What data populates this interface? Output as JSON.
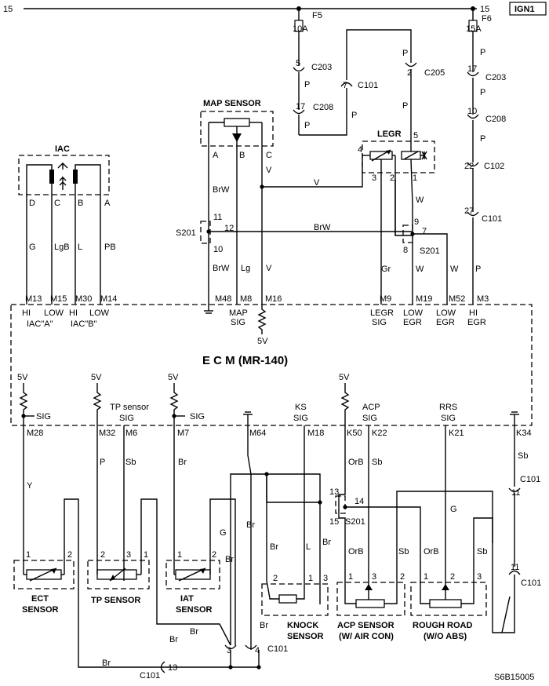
{
  "rail": {
    "left_num": "15",
    "right_num": "15",
    "ign_label": "IGN1"
  },
  "fuses": {
    "f5": {
      "name": "F5",
      "rating": "10A"
    },
    "f6": {
      "name": "F6",
      "rating": "15A"
    }
  },
  "connectors": {
    "c203_a": "C203",
    "c101_a": "C101",
    "c205": "C205",
    "c208_a": "C208",
    "c203_b": "C203",
    "c208_b": "C208",
    "c102": "C102",
    "c101_b": "C101",
    "s201_a": "S201",
    "s201_b": "S201",
    "s201_c": "S201",
    "c101_c": "C101",
    "c101_d": "C101",
    "c101_e": "C101",
    "c101_f": "C101"
  },
  "pins": {
    "p5": "5",
    "p7": "7",
    "p2": "2",
    "p17a": "17",
    "p17b": "17",
    "p10": "10",
    "p22": "22",
    "p27": "27",
    "s11": "11",
    "s12": "12",
    "s10": "10",
    "s9": "9",
    "s7r": "7",
    "s8": "8",
    "legr4": "4",
    "legr5": "5",
    "legr3": "3",
    "legr2": "2",
    "legr1": "1",
    "map_a": "A",
    "map_b": "B",
    "map_c": "C",
    "iac_d": "D",
    "iac_c": "C",
    "iac_b": "B",
    "iac_a": "A",
    "ect1": "1",
    "ect2": "2",
    "tp2": "2",
    "tp3": "3",
    "tp1": "1",
    "iat1": "1",
    "iat2": "2",
    "ks2": "2",
    "ks1": "1",
    "ks3": "3",
    "acp1": "1",
    "acp3": "3",
    "acp2": "2",
    "rr1": "1",
    "rr2": "2",
    "rr3": "3",
    "s13": "13",
    "s14": "14",
    "s15": "15",
    "c11": "11",
    "c3": "3",
    "c4": "4",
    "c13": "13"
  },
  "wire_colors": {
    "p1": "P",
    "p2": "P",
    "p3": "P",
    "p4": "P",
    "p5": "P",
    "p6": "P",
    "p7": "P",
    "p8": "P",
    "brw1": "BrW",
    "brw2": "BrW",
    "brw3": "BrW",
    "v1": "V",
    "v2": "V",
    "v3": "V",
    "lg": "Lg",
    "g_iac": "G",
    "lgb": "LgB",
    "l_iac": "L",
    "pb": "PB",
    "gr": "Gr",
    "w1": "W",
    "w2": "W",
    "w3": "W",
    "y": "Y",
    "p_tp": "P",
    "sb_tp": "Sb",
    "br_iat": "Br",
    "g_iat": "G",
    "br1": "Br",
    "br2": "Br",
    "br3": "Br",
    "br4": "Br",
    "br5": "Br",
    "br6": "Br",
    "br7": "Br",
    "br8": "Br",
    "l_ks": "L",
    "orb1": "OrB",
    "sb1": "Sb",
    "orb2": "OrB",
    "sb2": "Sb",
    "orb3": "OrB",
    "sb3": "Sb",
    "g_rr": "G",
    "sb_k34": "Sb"
  },
  "components": {
    "map_sensor": "MAP SENSOR",
    "iac": "IAC",
    "legr": "LEGR",
    "ecm": "E    C    M (MR-140)",
    "ect_1": "ECT",
    "ect_2": "SENSOR",
    "tp_sensor": "TP SENSOR",
    "iat_1": "IAT",
    "iat_2": "SENSOR",
    "knock_1": "KNOCK",
    "knock_2": "SENSOR",
    "acp_1": "ACP SENSOR",
    "acp_2": "(W/ AIR CON)",
    "rr_1": "ROUGH ROAD",
    "rr_2": "(W/O ABS)"
  },
  "ecm_pins_top": {
    "m13": "M13",
    "m15": "M15",
    "m30": "M30",
    "m14": "M14",
    "m48": "M48",
    "m8": "M8",
    "m16": "M16",
    "m9": "M9",
    "m19": "M19",
    "m52": "M52",
    "m3": "M3"
  },
  "ecm_labels_top": {
    "hi1": "HI",
    "low1": "LOW",
    "hi2": "HI",
    "low2": "LOW",
    "iac_a": "IAC\"A\"",
    "iac_b": "IAC\"B\"",
    "map": "MAP",
    "sig1": "SIG",
    "v5": "5V",
    "legr": "LEGR",
    "sig2": "SIG",
    "low3": "LOW",
    "egr1": "EGR",
    "low4": "LOW",
    "egr2": "EGR",
    "hi3": "HI",
    "egr3": "EGR"
  },
  "ecm_pins_bottom": {
    "m28": "M28",
    "m32": "M32",
    "m6": "M6",
    "m7": "M7",
    "m64": "M64",
    "m18": "M18",
    "k50": "K50",
    "k22": "K22",
    "k21": "K21",
    "k34": "K34"
  },
  "ecm_labels_bottom": {
    "v5a": "5V",
    "v5b": "5V",
    "v5c": "5V",
    "v5d": "5V",
    "sig_ect": "SIG",
    "tp_sensor": "TP sensor",
    "sig_tp": "SIG",
    "sig_iat": "SIG",
    "ks": "KS",
    "sig_ks": "SIG",
    "acp": "ACP",
    "sig_acp": "SIG",
    "rrs": "RRS",
    "sig_rrs": "SIG"
  },
  "figure_id": "S6B15005"
}
